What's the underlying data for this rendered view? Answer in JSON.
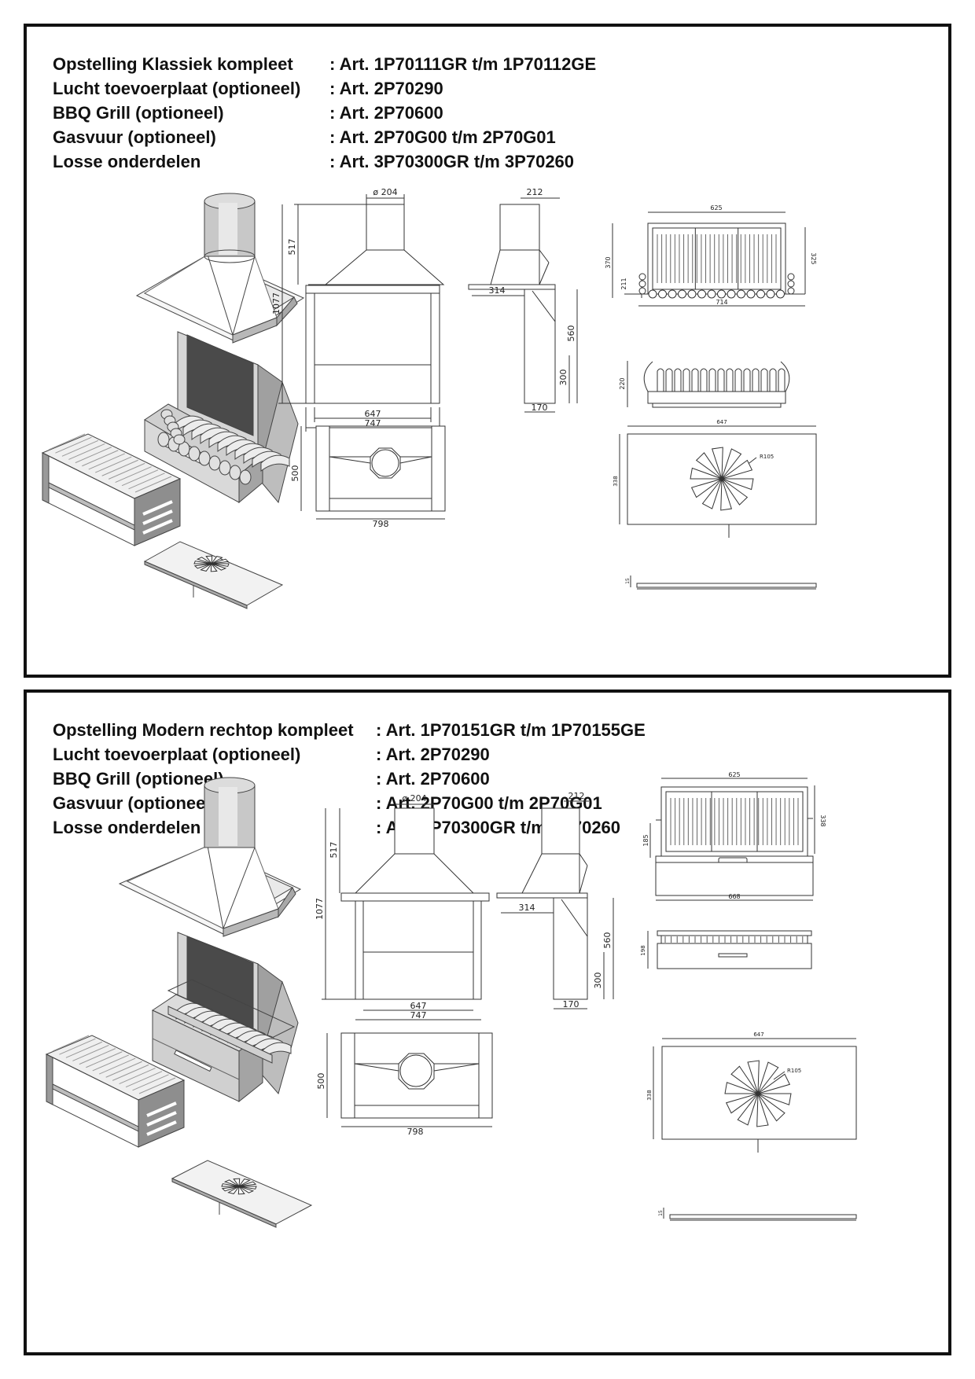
{
  "panels": [
    {
      "spec": [
        {
          "label": "Opstelling  Klassiek kompleet",
          "value": ": Art. 1P70111GR t/m 1P70112GE"
        },
        {
          "label": "Lucht toevoerplaat (optioneel)",
          "value": ": Art. 2P70290"
        },
        {
          "label": "BBQ Grill (optioneel)",
          "value": ": Art. 2P70600"
        },
        {
          "label": "Gasvuur (optioneel)",
          "value": ": Art. 2P70G00 t/m 2P70G01"
        },
        {
          "label": "Losse onderdelen",
          "value": ": Art. 3P70300GR t/m 3P70260"
        }
      ],
      "dims": {
        "chimney_diameter": "ø 204",
        "flue_height": "517",
        "total_height": "1077",
        "inner_width": "647",
        "outer_width": "747",
        "side_top": "212",
        "side_depth": "314",
        "side_height": "560",
        "side_lower": "300",
        "side_base": "170",
        "plan_depth": "500",
        "plan_width": "798",
        "grate_width": "625",
        "grate_depth": "370",
        "grate_side": "211",
        "grate_side_right": "325",
        "grate_overall": "714",
        "grate_height": "220",
        "plate_width": "647",
        "plate_depth": "338",
        "plate_radius": "R105",
        "plate_thickness": "15"
      }
    },
    {
      "spec": [
        {
          "label": "Opstelling  Modern rechtop kompleet",
          "value": ": Art. 1P70151GR t/m 1P70155GE"
        },
        {
          "label": "Lucht toevoerplaat (optioneel)",
          "value": ": Art. 2P70290"
        },
        {
          "label": "BBQ Grill (optioneel)",
          "value": ": Art. 2P70600"
        },
        {
          "label": "Gasvuur (optioneel)",
          "value": ": Art. 2P70G00 t/m 2P70G01"
        },
        {
          "label": "Losse onderdelen",
          "value": ": Art. 3P70300GR t/m 3P70260"
        }
      ],
      "dims": {
        "chimney_diameter": "ø 204",
        "flue_height": "517",
        "total_height": "1077",
        "inner_width": "647",
        "outer_width": "747",
        "side_top": "212",
        "side_depth": "314",
        "side_height": "560",
        "side_lower": "300",
        "side_base": "170",
        "plan_depth": "500",
        "plan_width": "798",
        "grate_width": "625",
        "grate_depth": "338",
        "grate_side": "185",
        "grate_overall": "668",
        "grate_height": "198",
        "plate_width": "647",
        "plate_depth": "338",
        "plate_radius": "R105",
        "plate_thickness": "15"
      }
    }
  ]
}
